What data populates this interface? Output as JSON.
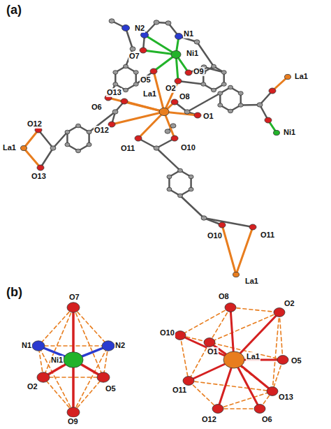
{
  "diagram": {
    "labels": [
      "(a)",
      "La1",
      "O12",
      "O13",
      "N2",
      "N1",
      "O7",
      "Ni1",
      "O5",
      "O9",
      "O2",
      "O13",
      "O6",
      "La1",
      "O8",
      "O1",
      "O12",
      "O11",
      "O10",
      "La1",
      "Ni1",
      "O10",
      "O11",
      "La1",
      "(b)",
      "O7",
      "N1",
      "Ni1",
      "N2",
      "O2",
      "O5",
      "O9",
      "O8",
      "O2",
      "O10",
      "O1",
      "La1",
      "O5",
      "O11",
      "O13",
      "O12",
      "O6"
    ]
  }
}
